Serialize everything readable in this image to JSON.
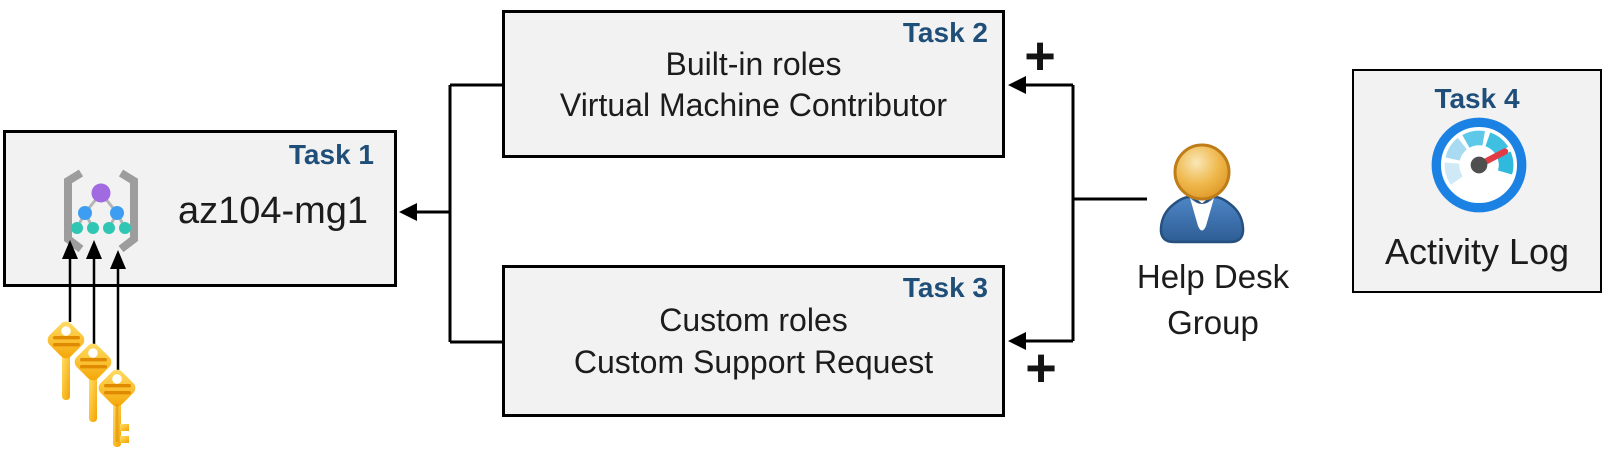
{
  "diagram": {
    "background_color": "#FFFFFF",
    "colors": {
      "task_label": "#1F4E79",
      "box_fill": "#F2F2F2",
      "box_border": "#000000",
      "connector": "#000000",
      "key_yellow": "#F9A800",
      "gauge_ring_blue": "#1B82E4",
      "gauge_needle_red": "#E23B43",
      "person_body_blue": "#3A6EA8",
      "person_head_gold": "#E9A83A"
    },
    "task1": {
      "label": "Task 1",
      "name": "az104-mg1",
      "icon": "management-group-icon"
    },
    "task2": {
      "label": "Task 2",
      "line1": "Built-in roles",
      "line2": "Virtual Machine Contributor"
    },
    "task3": {
      "label": "Task 3",
      "line1": "Custom roles",
      "line2": "Custom Support Request"
    },
    "task4": {
      "label": "Task 4",
      "caption": "Activity Log",
      "icon": "activity-log-gauge-icon"
    },
    "help_desk": {
      "line1": "Help Desk",
      "line2": "Group",
      "icon": "person-icon"
    },
    "plus_top": "+",
    "plus_bottom": "+",
    "keys": {
      "icon": "key-icon",
      "count": 3
    }
  }
}
